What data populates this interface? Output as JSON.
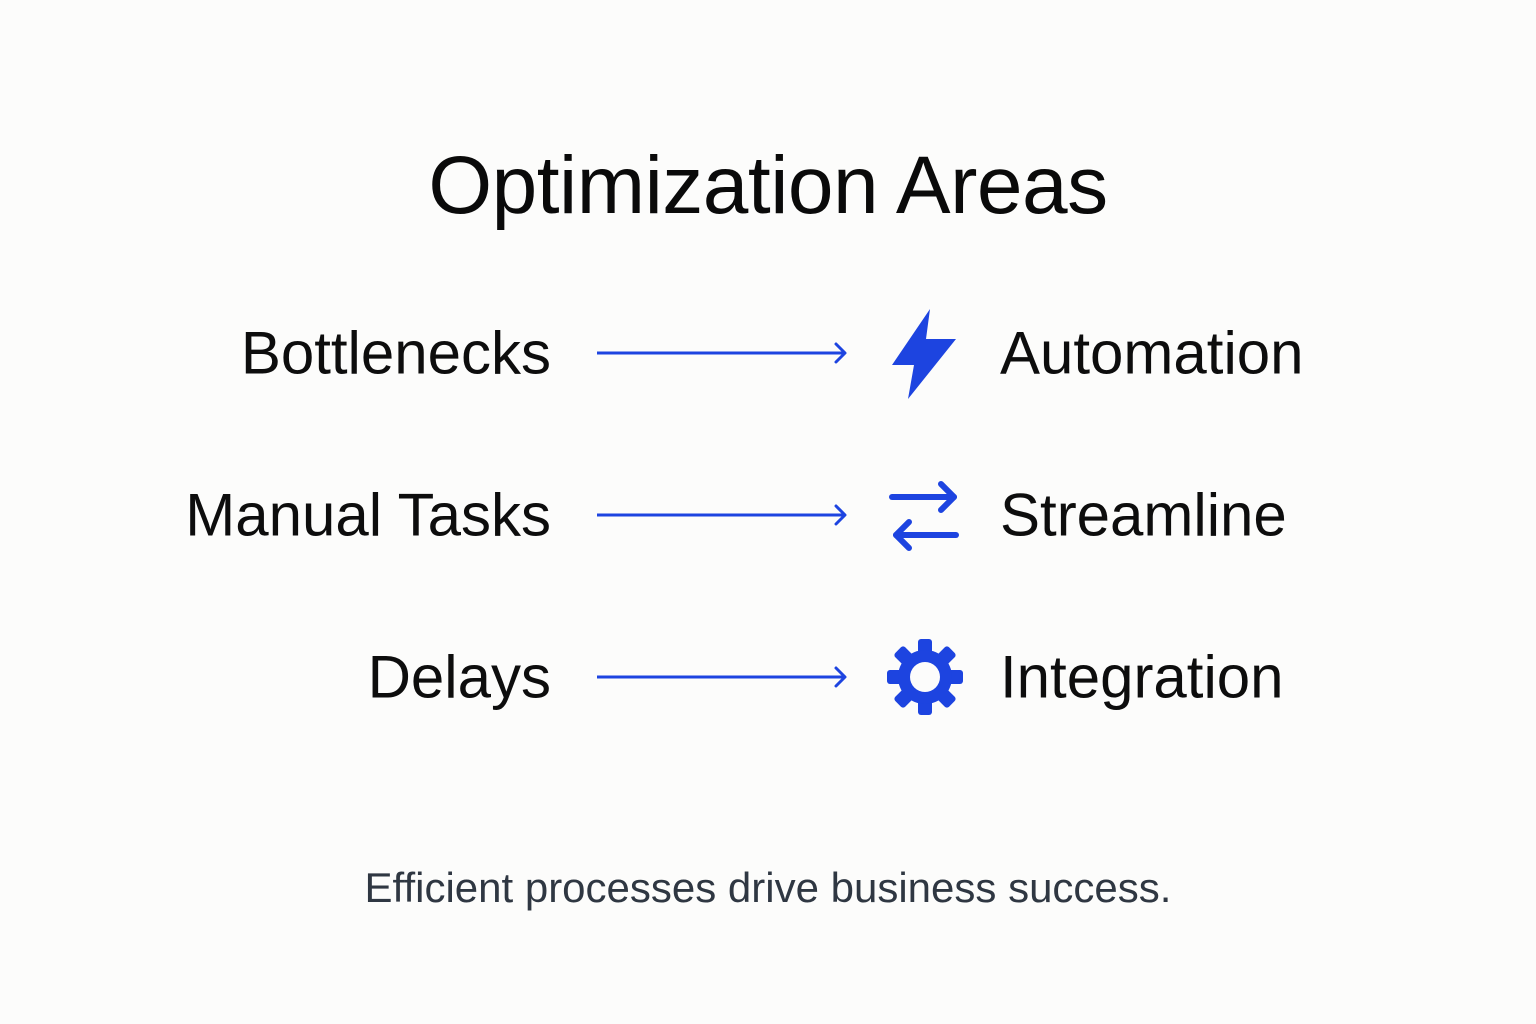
{
  "title": "Optimization Areas",
  "accent_color": "#1d44e0",
  "rows": [
    {
      "problem": "Bottlenecks",
      "solution": "Automation",
      "icon": "lightning-bolt-icon"
    },
    {
      "problem": "Manual Tasks",
      "solution": "Streamline",
      "icon": "swap-arrows-icon"
    },
    {
      "problem": "Delays",
      "solution": "Integration",
      "icon": "gear-icon"
    }
  ],
  "footer": "Efficient processes drive business success."
}
